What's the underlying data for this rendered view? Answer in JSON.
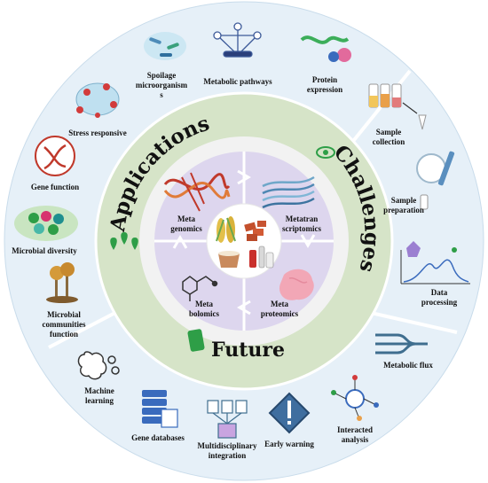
{
  "sections": {
    "applications": "Applications",
    "challenges": "Challenges",
    "future": "Future"
  },
  "omics": {
    "metagenomics": [
      "Meta",
      "genomics"
    ],
    "metatranscriptomics": [
      "Metatran",
      "scriptomics"
    ],
    "metabolomics": [
      "Meta",
      "bolomics"
    ],
    "metaproteomics": [
      "Meta",
      "proteomics"
    ]
  },
  "applications_items": {
    "stress": [
      "Stress responsive"
    ],
    "spoilage": [
      "Spoilage",
      "microorganism",
      "s"
    ],
    "pathways": [
      "Metabolic pathways"
    ],
    "protein": [
      "Protein",
      "expression"
    ],
    "gene_function": [
      "Gene function"
    ],
    "diversity": [
      "Microbial diversity"
    ],
    "communities": [
      "Microbial",
      "communities",
      "function"
    ]
  },
  "challenges_items": {
    "collection": [
      "Sample",
      "collection"
    ],
    "preparation": [
      "Sample",
      "preparation"
    ],
    "processing": [
      "Data",
      "processing"
    ]
  },
  "future_items": {
    "flux": [
      "Metabolic flux"
    ],
    "interacted": [
      "Interacted",
      "analysis"
    ],
    "warning": [
      "Early warning"
    ],
    "multidisciplinary": [
      "Multidisciplinary",
      "integration"
    ],
    "gene_db": [
      "Gene databases"
    ],
    "ml": [
      "Machine",
      "learning"
    ]
  },
  "colors": {
    "outer_ring": "#e6f0f8",
    "middle_ring": "#d6e4c8",
    "inner_ring": "#f2f2f2",
    "inner_quadrants": "#ddd6ee",
    "center": "#ffffff",
    "accent_green": "#2e9e47"
  }
}
